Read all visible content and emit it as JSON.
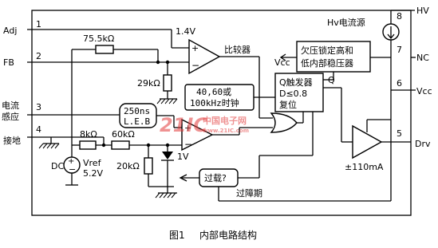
{
  "pins": {
    "p1": {
      "num": "1",
      "label": "Adj"
    },
    "p2": {
      "num": "2",
      "label": "FB"
    },
    "p3": {
      "num": "3",
      "label_line1": "电流",
      "label_line2": "感应"
    },
    "p4": {
      "num": "4",
      "label": "接地"
    },
    "p5": {
      "num": "5",
      "label": "Drv"
    },
    "p6": {
      "num": "6",
      "label": "Vcc"
    },
    "p7": {
      "num": "7",
      "label": "NC"
    },
    "p8": {
      "num": "8",
      "label": "HV"
    }
  },
  "components": {
    "r_75k": "75.5kΩ",
    "r_29k": "29kΩ",
    "r_8k": "8kΩ",
    "r_60k": "60kΩ",
    "r_20k": "20kΩ",
    "v_1_4": "1.4V",
    "v_1": "1V",
    "dc_label": "DC",
    "vref_line1": "Vref",
    "vref_line2": "5.2V"
  },
  "blocks": {
    "comparator": "比较器",
    "hv_source": "Hv电流源",
    "uvlo_line1": "欠压锁定高和",
    "uvlo_line2": "低内部稳压器",
    "vcc_left": "Vcc",
    "clock_line1": "40,60或",
    "clock_line2": "100kHz时钟",
    "q_flipflop_line1": "Q触发器",
    "q_flipflop_line2": "D≤0.8",
    "q_flipflop_line3": "复位",
    "q_out": "Q",
    "leb_line1": "250ns",
    "leb_line2": "L.E.B",
    "overload": "过载?",
    "fault_period": "过障期",
    "driver_current": "±110mA"
  },
  "watermark": {
    "main": "21IC",
    "sub": "中国电子网",
    "url": "www.21IC.com"
  },
  "caption": {
    "figure": "图1",
    "title": "内部电路结构"
  }
}
